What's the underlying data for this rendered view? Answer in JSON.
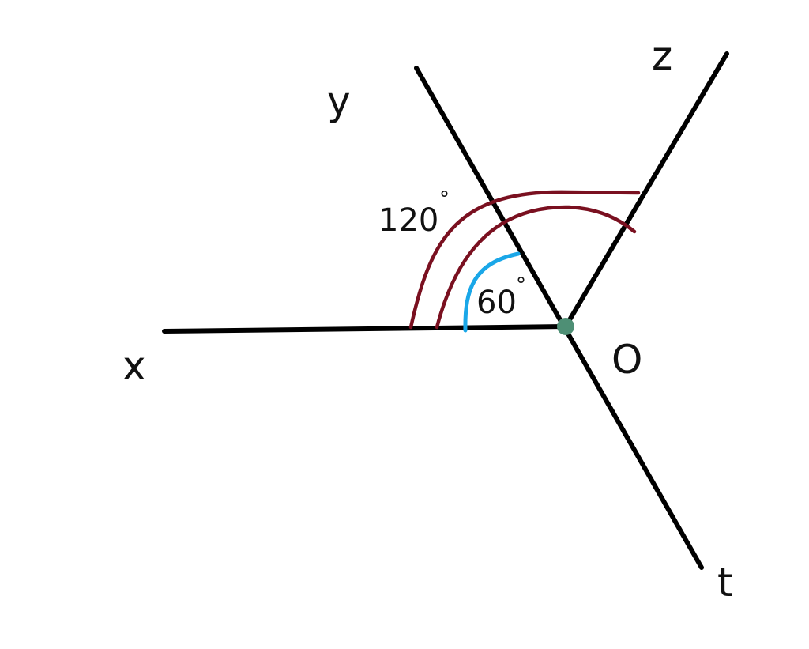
{
  "labels": {
    "x": "x",
    "y": "y",
    "z": "z",
    "t": "t",
    "origin": "O"
  },
  "angles": {
    "large": {
      "value": "120",
      "unit": "°"
    },
    "small": {
      "value": "60",
      "unit": "°"
    }
  },
  "colors": {
    "line": "#000000",
    "arc_large": "#7a1020",
    "arc_small": "#1aa7e8",
    "origin_point": "#4e8f75"
  }
}
